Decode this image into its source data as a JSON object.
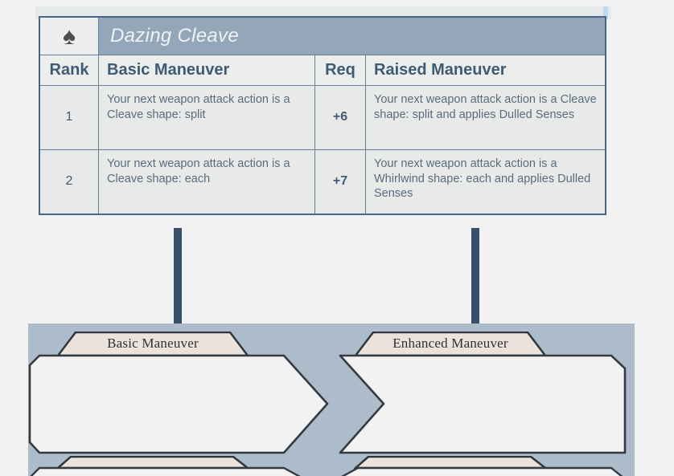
{
  "table": {
    "suit_icon": "spade-icon",
    "suit_glyph": "♠",
    "title": "Dazing Cleave",
    "headers": {
      "rank": "Rank",
      "basic": "Basic Maneuver",
      "req": "Req",
      "raised": "Raised Maneuver"
    },
    "rows": [
      {
        "rank": "1",
        "basic": "Your next weapon attack action is a Cleave shape: split",
        "req": "+6",
        "raised": "Your next weapon attack action is a Cleave shape: split and applies Dulled Senses"
      },
      {
        "rank": "2",
        "basic": "Your next weapon attack action is a Cleave shape: each",
        "req": "+7",
        "raised": "Your next weapon attack action is a Whirlwind shape: each and applies Dulled Senses"
      }
    ]
  },
  "arrows": [
    {
      "name": "arrow-basic-maneuver",
      "label": "down-arrow-icon"
    },
    {
      "name": "arrow-enhanced-maneuver",
      "label": "down-arrow-icon"
    }
  ],
  "card_panel": {
    "tabs": [
      {
        "label": "Basic Maneuver"
      },
      {
        "label": "Enhanced Maneuver"
      }
    ]
  },
  "colors": {
    "page_background": "#f2f2f2",
    "table_border": "#4a6584",
    "table_cell_background": "#e7eae9",
    "title_bar": "#93a7b8",
    "title_text": "#eef2f4",
    "header_text": "#3f5b73",
    "body_text": "#5b6b7c",
    "arrow": "#36506b",
    "panel_background": "#adbcca",
    "tab_background": "#ece2dc",
    "card_background": "#f2f2f2",
    "card_outline": "#333a40"
  }
}
